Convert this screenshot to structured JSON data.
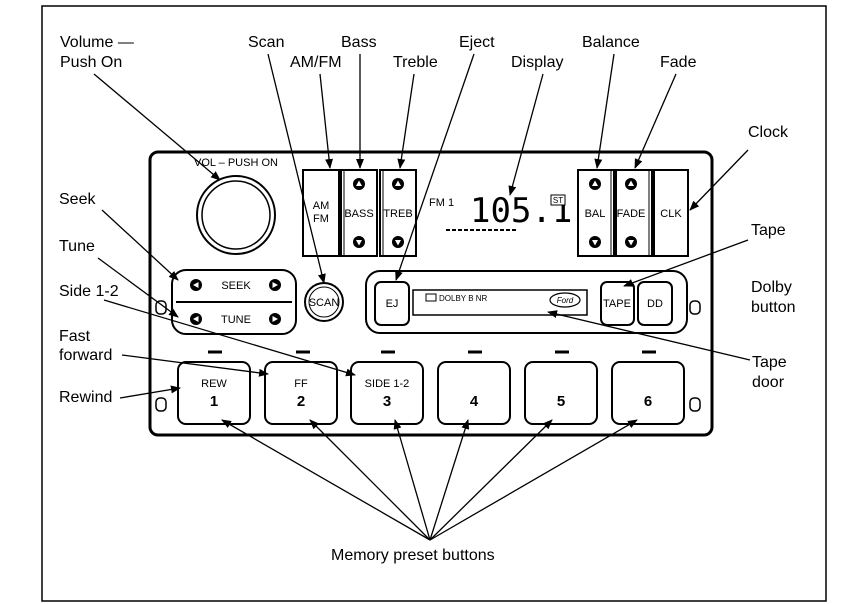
{
  "labels": {
    "volume": [
      "Volume —",
      "Push On"
    ],
    "scan": "Scan",
    "bass": "Bass",
    "am_fm": "AM/FM",
    "treble": "Treble",
    "eject": "Eject",
    "display": "Display",
    "balance": "Balance",
    "fade": "Fade",
    "clock": "Clock",
    "seek": "Seek",
    "tune": "Tune",
    "side_12": "Side 1-2",
    "fast_forward": [
      "Fast",
      "forward"
    ],
    "rewind": "Rewind",
    "tape": "Tape",
    "dolby_button": [
      "Dolby",
      "button"
    ],
    "tape_door": [
      "Tape",
      "door"
    ],
    "memory_preset": "Memory preset buttons"
  },
  "radio": {
    "vol_push_on": "VOL – PUSH ON",
    "am_fm_top": "AM",
    "am_fm_bottom": "FM",
    "bass": "BASS",
    "treb": "TREB",
    "bal": "BAL",
    "fade": "FADE",
    "clk": "CLK",
    "band": "FM 1",
    "frequency": "105.1",
    "stereo": "ST",
    "seek": "SEEK",
    "tune": "TUNE",
    "scan": "SCAN",
    "ej": "EJ",
    "dolby_text": "DOLBY B NR",
    "ford": "Ford",
    "tape": "TAPE",
    "dolby_symbol": "DD",
    "presets": [
      {
        "top": "REW",
        "num": "1"
      },
      {
        "top": "FF",
        "num": "2"
      },
      {
        "top": "SIDE 1-2",
        "num": "3"
      },
      {
        "top": "",
        "num": "4"
      },
      {
        "top": "",
        "num": "5"
      },
      {
        "top": "",
        "num": "6"
      }
    ]
  }
}
